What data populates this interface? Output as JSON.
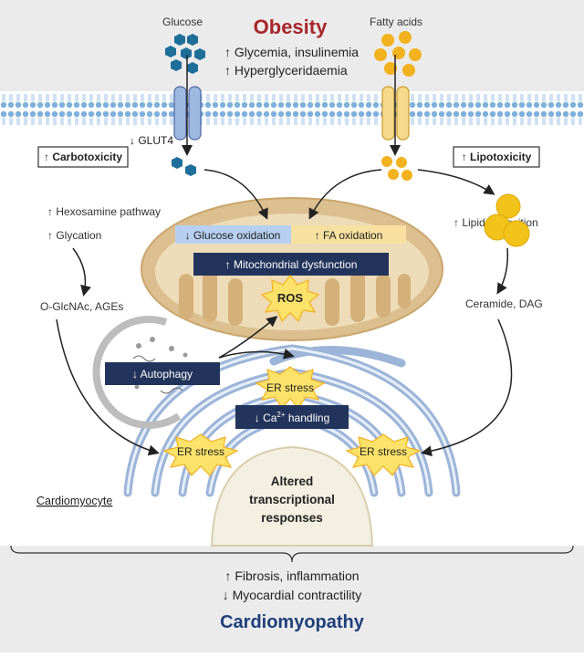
{
  "title": "Obesity",
  "subtitle_lines": [
    "↑ Glycemia, insulinemia",
    "↑ Hyperglyceridaemia"
  ],
  "glucose_label": "Glucose",
  "fatty_acids_label": "Fatty acids",
  "glut4_label": "↓ GLUT4",
  "carbotoxicity": "↑ Carbotoxicity",
  "lipotoxicity": "↑ Lipotoxicity",
  "hexosamine": "↑ Hexosamine pathway",
  "glycation": "↑ Glycation",
  "oglcnac": "O-GlcNAc, AGEs",
  "glucose_oxidation": "↓ Glucose oxidation",
  "fa_oxidation": "↑ FA oxidation",
  "mito_dysfunction": "↑ Mitochondrial dysfunction",
  "ros": "ROS",
  "lipid_deposition": "↑ Lipid deposition",
  "ceramide": "Ceramide, DAG",
  "autophagy": "↓ Autophagy",
  "er_stress": "ER stress",
  "ca_handling_prefix": "↓ Ca",
  "ca_handling_sup": "2+",
  "ca_handling_suffix": " handling",
  "nucleus_lines": [
    "Altered",
    "transcriptional",
    "responses"
  ],
  "cardiomyocyte": "Cardiomyocyte",
  "outcome_lines": [
    "↑ Fibrosis, inflammation",
    "↓ Myocardial contractility"
  ],
  "cardiomyopathy": "Cardiomyopathy",
  "colors": {
    "obesity_title": "#a8262b",
    "cardiomyopathy": "#1f3f7a",
    "dark_box": "#23345c",
    "glucose_hex": "#1e6e9a",
    "fatty_acid": "#f2b11e",
    "mito": "#d9b98a",
    "er": "#c8d5e8",
    "background": "#ebebeb"
  }
}
